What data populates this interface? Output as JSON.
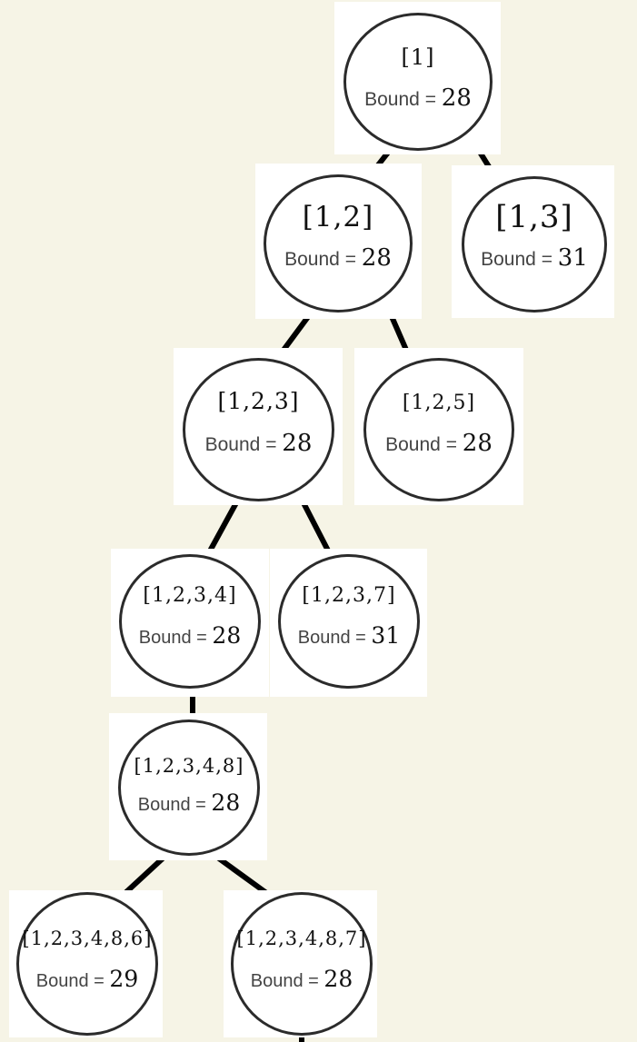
{
  "diagram": {
    "bound_label": "Bound",
    "bound_separator": "=",
    "nodes": [
      {
        "id": "n1",
        "path": "[1]",
        "bound": "28"
      },
      {
        "id": "n12",
        "path": "[1,2]",
        "bound": "28"
      },
      {
        "id": "n13",
        "path": "[1,3]",
        "bound": "31"
      },
      {
        "id": "n123",
        "path": "[1,2,3]",
        "bound": "28"
      },
      {
        "id": "n125",
        "path": "[1,2,5]",
        "bound": "28"
      },
      {
        "id": "n1234",
        "path": "[1,2,3,4]",
        "bound": "28"
      },
      {
        "id": "n1237",
        "path": "[1,2,3,7]",
        "bound": "31"
      },
      {
        "id": "n12348",
        "path": "[1,2,3,4,8]",
        "bound": "28"
      },
      {
        "id": "n123486",
        "path": "[1,2,3,4,8,6]",
        "bound": "29"
      },
      {
        "id": "n123487",
        "path": "[1,2,3,4,8,7]",
        "bound": "28"
      }
    ],
    "edges": [
      [
        "n1",
        "n12"
      ],
      [
        "n1",
        "n13"
      ],
      [
        "n12",
        "n123"
      ],
      [
        "n12",
        "n125"
      ],
      [
        "n123",
        "n1234"
      ],
      [
        "n123",
        "n1237"
      ],
      [
        "n1234",
        "n12348"
      ],
      [
        "n12348",
        "n123486"
      ],
      [
        "n12348",
        "n123487"
      ]
    ]
  }
}
